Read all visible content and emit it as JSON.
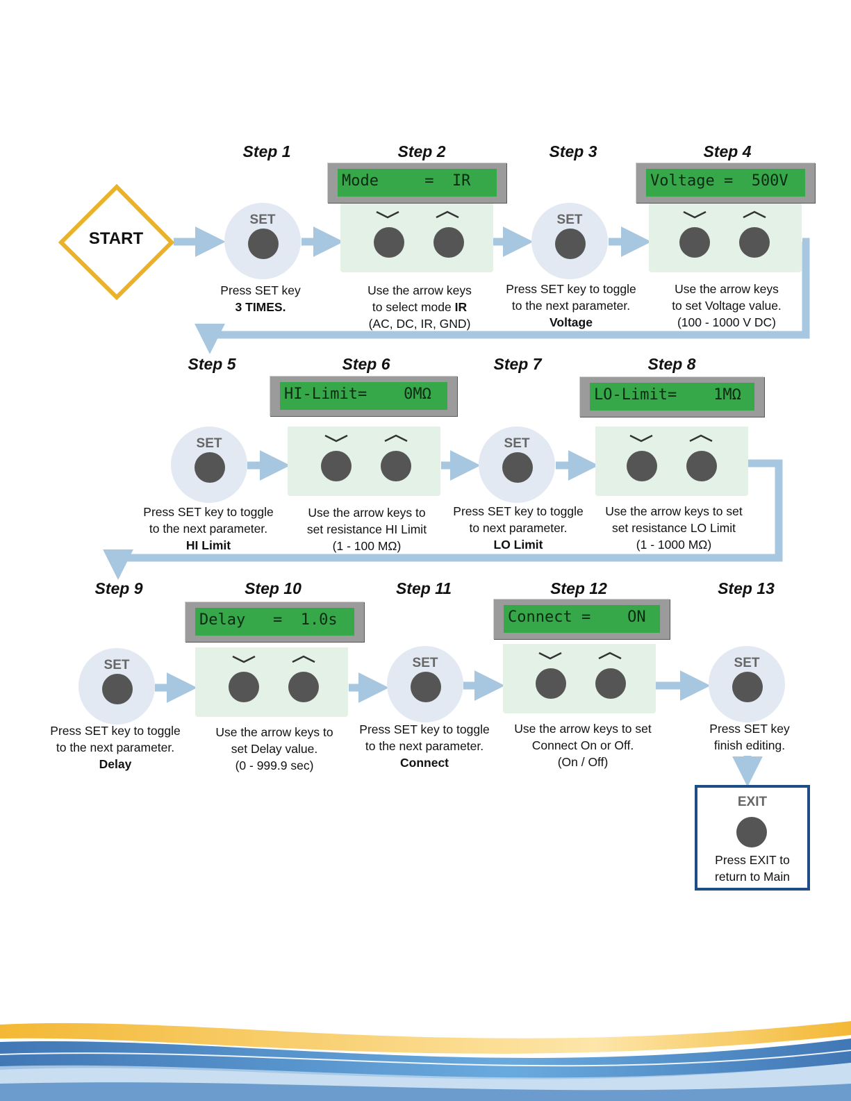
{
  "start": {
    "label": "START"
  },
  "exit": {
    "label": "EXIT",
    "desc_line1": "Press EXIT to",
    "desc_line2": "return to Main"
  },
  "steps": [
    {
      "label": "Step 1",
      "kind": "set",
      "key_label": "SET",
      "desc": [
        "Press SET key",
        "3 TIMES."
      ],
      "bold": [
        1
      ]
    },
    {
      "label": "Step 2",
      "kind": "arrow",
      "lcd": "Mode     =  IR",
      "desc": [
        "Use the arrow keys",
        "to select mode IR",
        "(AC, DC, IR, GND)"
      ],
      "bold_word": {
        "line": 1,
        "word": "IR"
      }
    },
    {
      "label": "Step 3",
      "kind": "set",
      "key_label": "SET",
      "desc": [
        "Press SET key to toggle",
        "to the next parameter.",
        "Voltage"
      ],
      "bold": [
        2
      ]
    },
    {
      "label": "Step 4",
      "kind": "arrow",
      "lcd": "Voltage =  500V",
      "desc": [
        "Use the arrow keys",
        "to set Voltage value.",
        "(100 - 1000 V DC)"
      ]
    },
    {
      "label": "Step 5",
      "kind": "set",
      "key_label": "SET",
      "desc": [
        "Press SET key to toggle",
        "to the next parameter.",
        "HI Limit"
      ],
      "bold": [
        2
      ]
    },
    {
      "label": "Step 6",
      "kind": "arrow",
      "lcd": "HI-Limit=    0MΩ",
      "desc": [
        "Use the arrow keys to",
        "set resistance HI Limit",
        "(1 - 100 MΩ)"
      ]
    },
    {
      "label": "Step 7",
      "kind": "set",
      "key_label": "SET",
      "desc": [
        "Press SET key to toggle",
        "to next parameter.",
        "LO Limit"
      ],
      "bold": [
        2
      ]
    },
    {
      "label": "Step 8",
      "kind": "arrow",
      "lcd": "LO-Limit=    1MΩ",
      "desc": [
        "Use the arrow keys to set",
        "set resistance LO Limit",
        "(1 - 1000 MΩ)"
      ]
    },
    {
      "label": "Step 9",
      "kind": "set",
      "key_label": "SET",
      "desc": [
        "Press SET key to toggle",
        "to the next parameter.",
        "Delay"
      ],
      "bold": [
        2
      ]
    },
    {
      "label": "Step 10",
      "kind": "arrow",
      "lcd": "Delay   =  1.0s",
      "desc": [
        "Use the arrow keys to",
        "set Delay value.",
        "(0 - 999.9 sec)"
      ]
    },
    {
      "label": "Step 11",
      "kind": "set",
      "key_label": "SET",
      "desc": [
        "Press SET key to toggle",
        "to the next parameter.",
        "Connect"
      ],
      "bold": [
        2
      ]
    },
    {
      "label": "Step 12",
      "kind": "arrow",
      "lcd": "Connect =    ON",
      "desc": [
        "Use the arrow keys to set",
        "Connect On or Off.",
        "(On / Off)"
      ]
    },
    {
      "label": "Step 13",
      "kind": "set",
      "key_label": "SET",
      "desc": [
        "Press SET key",
        "finish editing."
      ],
      "bold": []
    }
  ],
  "colors": {
    "start_border": "#eab22a",
    "connector": "#a7c6df",
    "lcd_screen": "#37a84a",
    "exit_border": "#1d4e86"
  }
}
